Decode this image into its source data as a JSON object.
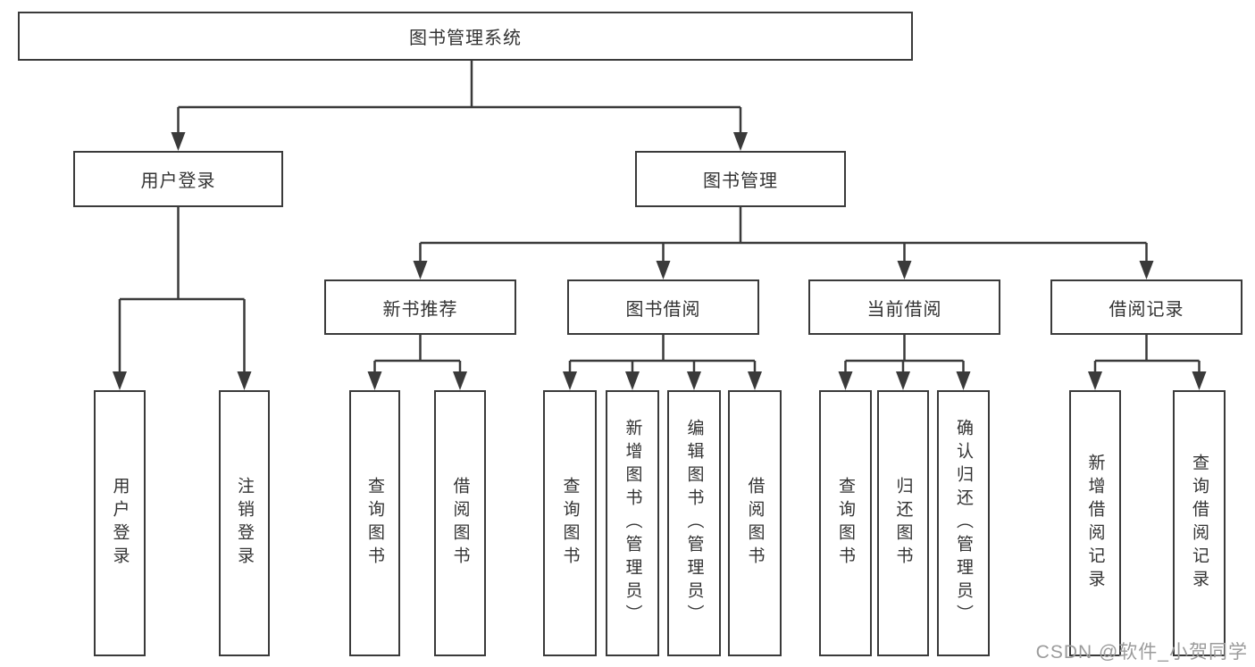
{
  "diagram": {
    "title": "图书管理系统",
    "tree": {
      "label": "图书管理系统",
      "children": [
        {
          "label": "用户登录",
          "children": [
            {
              "label": "用户登录"
            },
            {
              "label": "注销登录"
            }
          ]
        },
        {
          "label": "图书管理",
          "children": [
            {
              "label": "新书推荐",
              "children": [
                {
                  "label": "查询图书"
                },
                {
                  "label": "借阅图书"
                }
              ]
            },
            {
              "label": "图书借阅",
              "children": [
                {
                  "label": "查询图书"
                },
                {
                  "label": "新增图书（管理员）"
                },
                {
                  "label": "编辑图书（管理员）"
                },
                {
                  "label": "借阅图书"
                }
              ]
            },
            {
              "label": "当前借阅",
              "children": [
                {
                  "label": "查询图书"
                },
                {
                  "label": "归还图书"
                },
                {
                  "label": "确认归还（管理员）"
                }
              ]
            },
            {
              "label": "借阅记录",
              "children": [
                {
                  "label": "新增借阅记录"
                },
                {
                  "label": "查询借阅记录"
                }
              ]
            }
          ]
        }
      ]
    },
    "colors": {
      "line": "#3a3a3a",
      "text": "#333333",
      "background": "#ffffff",
      "watermark": "#9b9b9b"
    }
  },
  "watermark": {
    "text": "CSDN @软件_小贺同学"
  }
}
